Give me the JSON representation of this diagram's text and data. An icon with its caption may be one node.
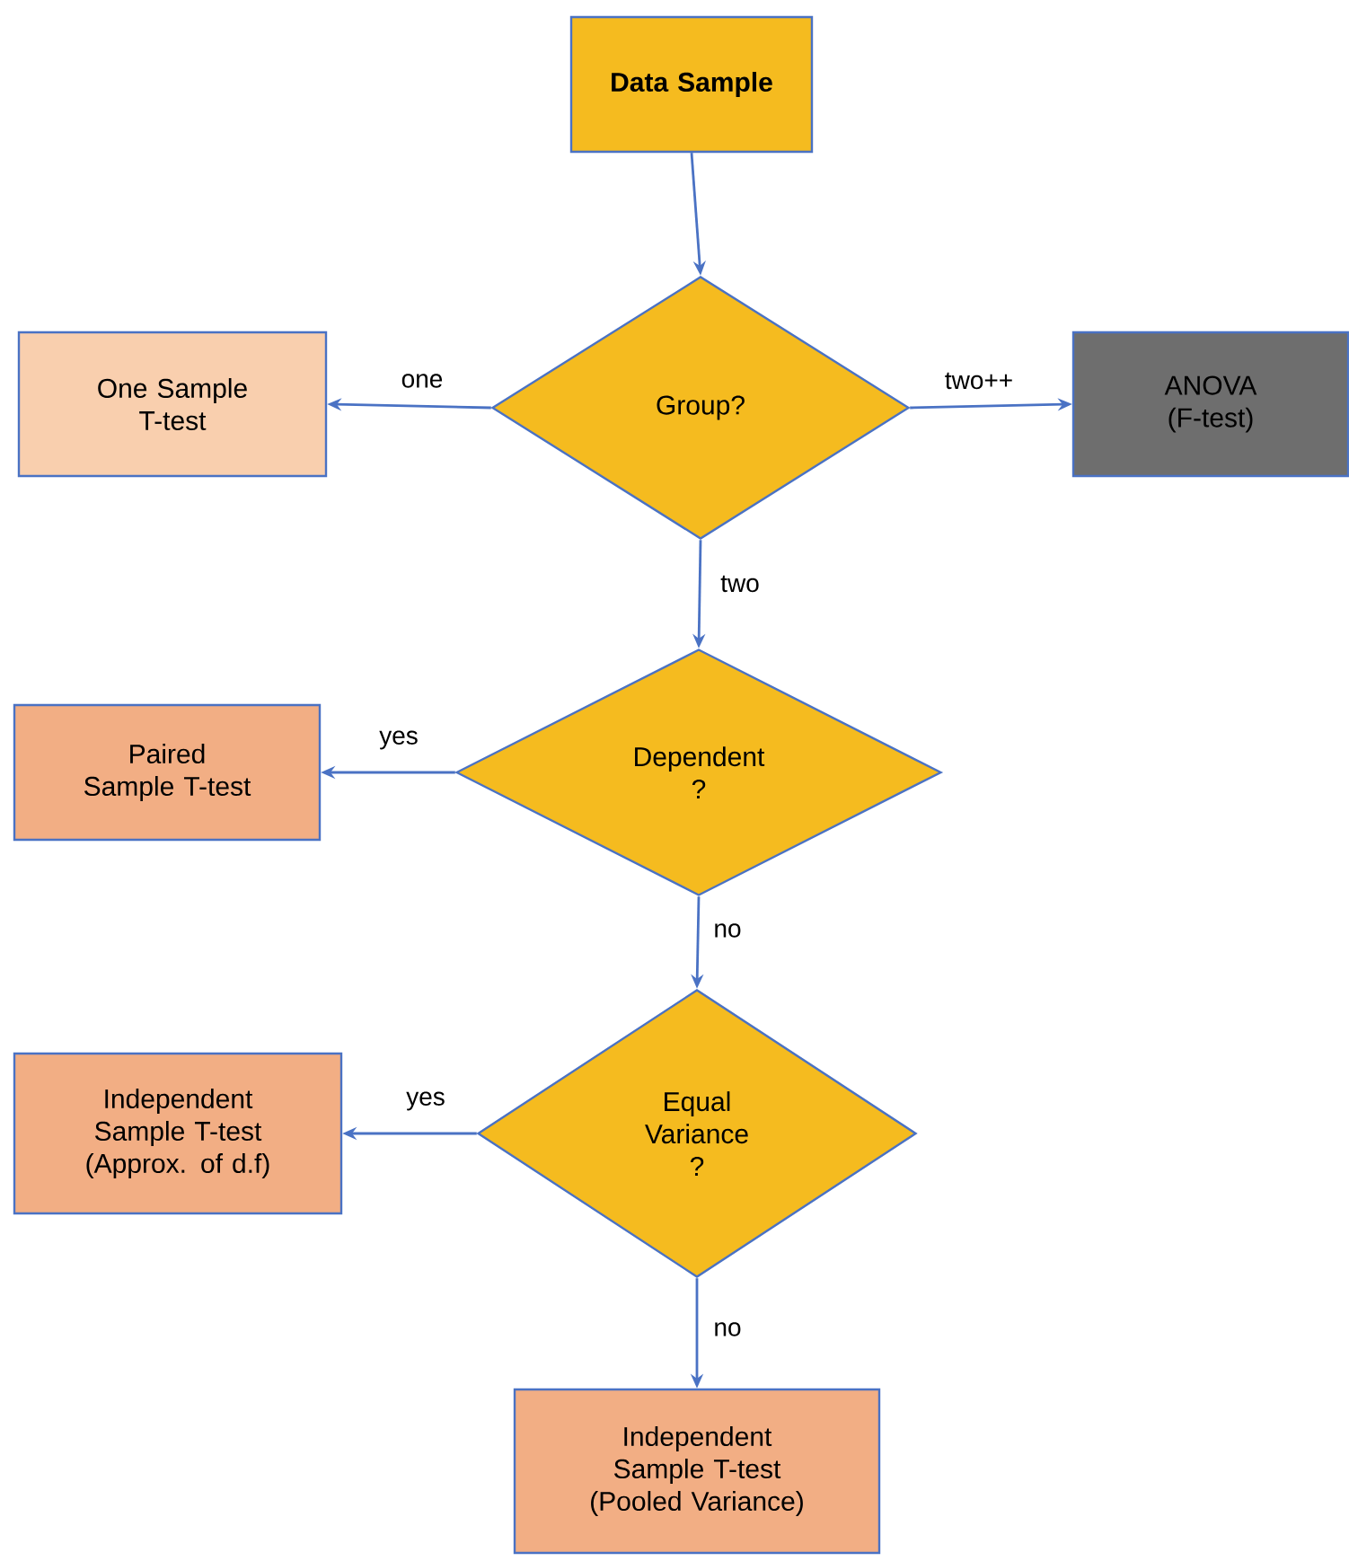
{
  "diagram": {
    "nodes": [
      {
        "text": [
          "Data Sample"
        ]
      },
      {
        "text": [
          "Group?"
        ]
      },
      {
        "text": [
          "One Sample T-test"
        ]
      },
      {
        "text": [
          "ANOVA (F-test)"
        ]
      },
      {
        "text": [
          "Dependent ?"
        ]
      },
      {
        "text": [
          "Paired Sample T-test"
        ]
      },
      {
        "text": [
          "Equal Variance ?"
        ]
      },
      {
        "text": [
          "Independent Sample T-test (Approx. of d.f)"
        ]
      },
      {
        "text": [
          "Independent Sample T-test (Pooled Variance)"
        ]
      }
    ],
    "edges": [
      {
        "from": 0,
        "to": 1,
        "arrow": "to"
      },
      {
        "from": 1,
        "to": 2,
        "arrow": "to",
        "label": "one"
      },
      {
        "from": 1,
        "to": 3,
        "arrow": "to",
        "label": "two++"
      },
      {
        "from": 1,
        "to": 4,
        "arrow": "to",
        "label": "two"
      },
      {
        "from": 4,
        "to": 5,
        "arrow": "to",
        "label": "yes"
      },
      {
        "from": 4,
        "to": 6,
        "arrow": "to",
        "label": "no"
      },
      {
        "from": 6,
        "to": 7,
        "arrow": "to",
        "label": "yes"
      },
      {
        "from": 6,
        "to": 8,
        "arrow": "to",
        "label": "no"
      }
    ]
  }
}
